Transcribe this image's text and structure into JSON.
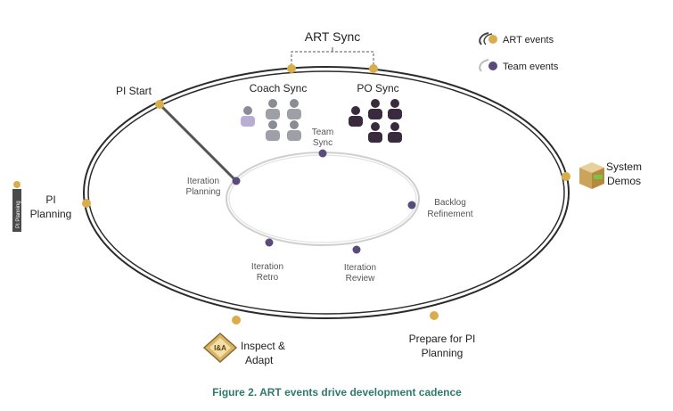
{
  "legend": {
    "art_events": "ART events",
    "team_events": "Team events"
  },
  "art_sync": "ART Sync",
  "outer_events": {
    "pi_start": "PI Start",
    "coach_sync": "Coach Sync",
    "po_sync": "PO Sync",
    "system_demos": [
      "System",
      "Demos"
    ],
    "pi_planning": [
      "PI",
      "Planning"
    ],
    "inspect_adapt": [
      "Inspect &",
      "Adapt"
    ],
    "prepare_pi": [
      "Prepare for PI",
      "Planning"
    ]
  },
  "inner_events": {
    "team_sync": [
      "Team",
      "Sync"
    ],
    "iteration_planning": [
      "Iteration",
      "Planning"
    ],
    "backlog_refinement": [
      "Backlog",
      "Refinement"
    ],
    "iteration_retro": [
      "Iteration",
      "Retro"
    ],
    "iteration_review": [
      "Iteration",
      "Review"
    ]
  },
  "ia_badge": "I&A",
  "pi_banner": "PI Planning",
  "caption": "Figure 2. ART events drive development cadence",
  "colors": {
    "art_dot": "#d9ad4c",
    "team_dot": "#5a4b7a",
    "ring": "#2b2b2b",
    "inner_ring": "#d0d0d0",
    "caption": "#2f7a6b"
  }
}
